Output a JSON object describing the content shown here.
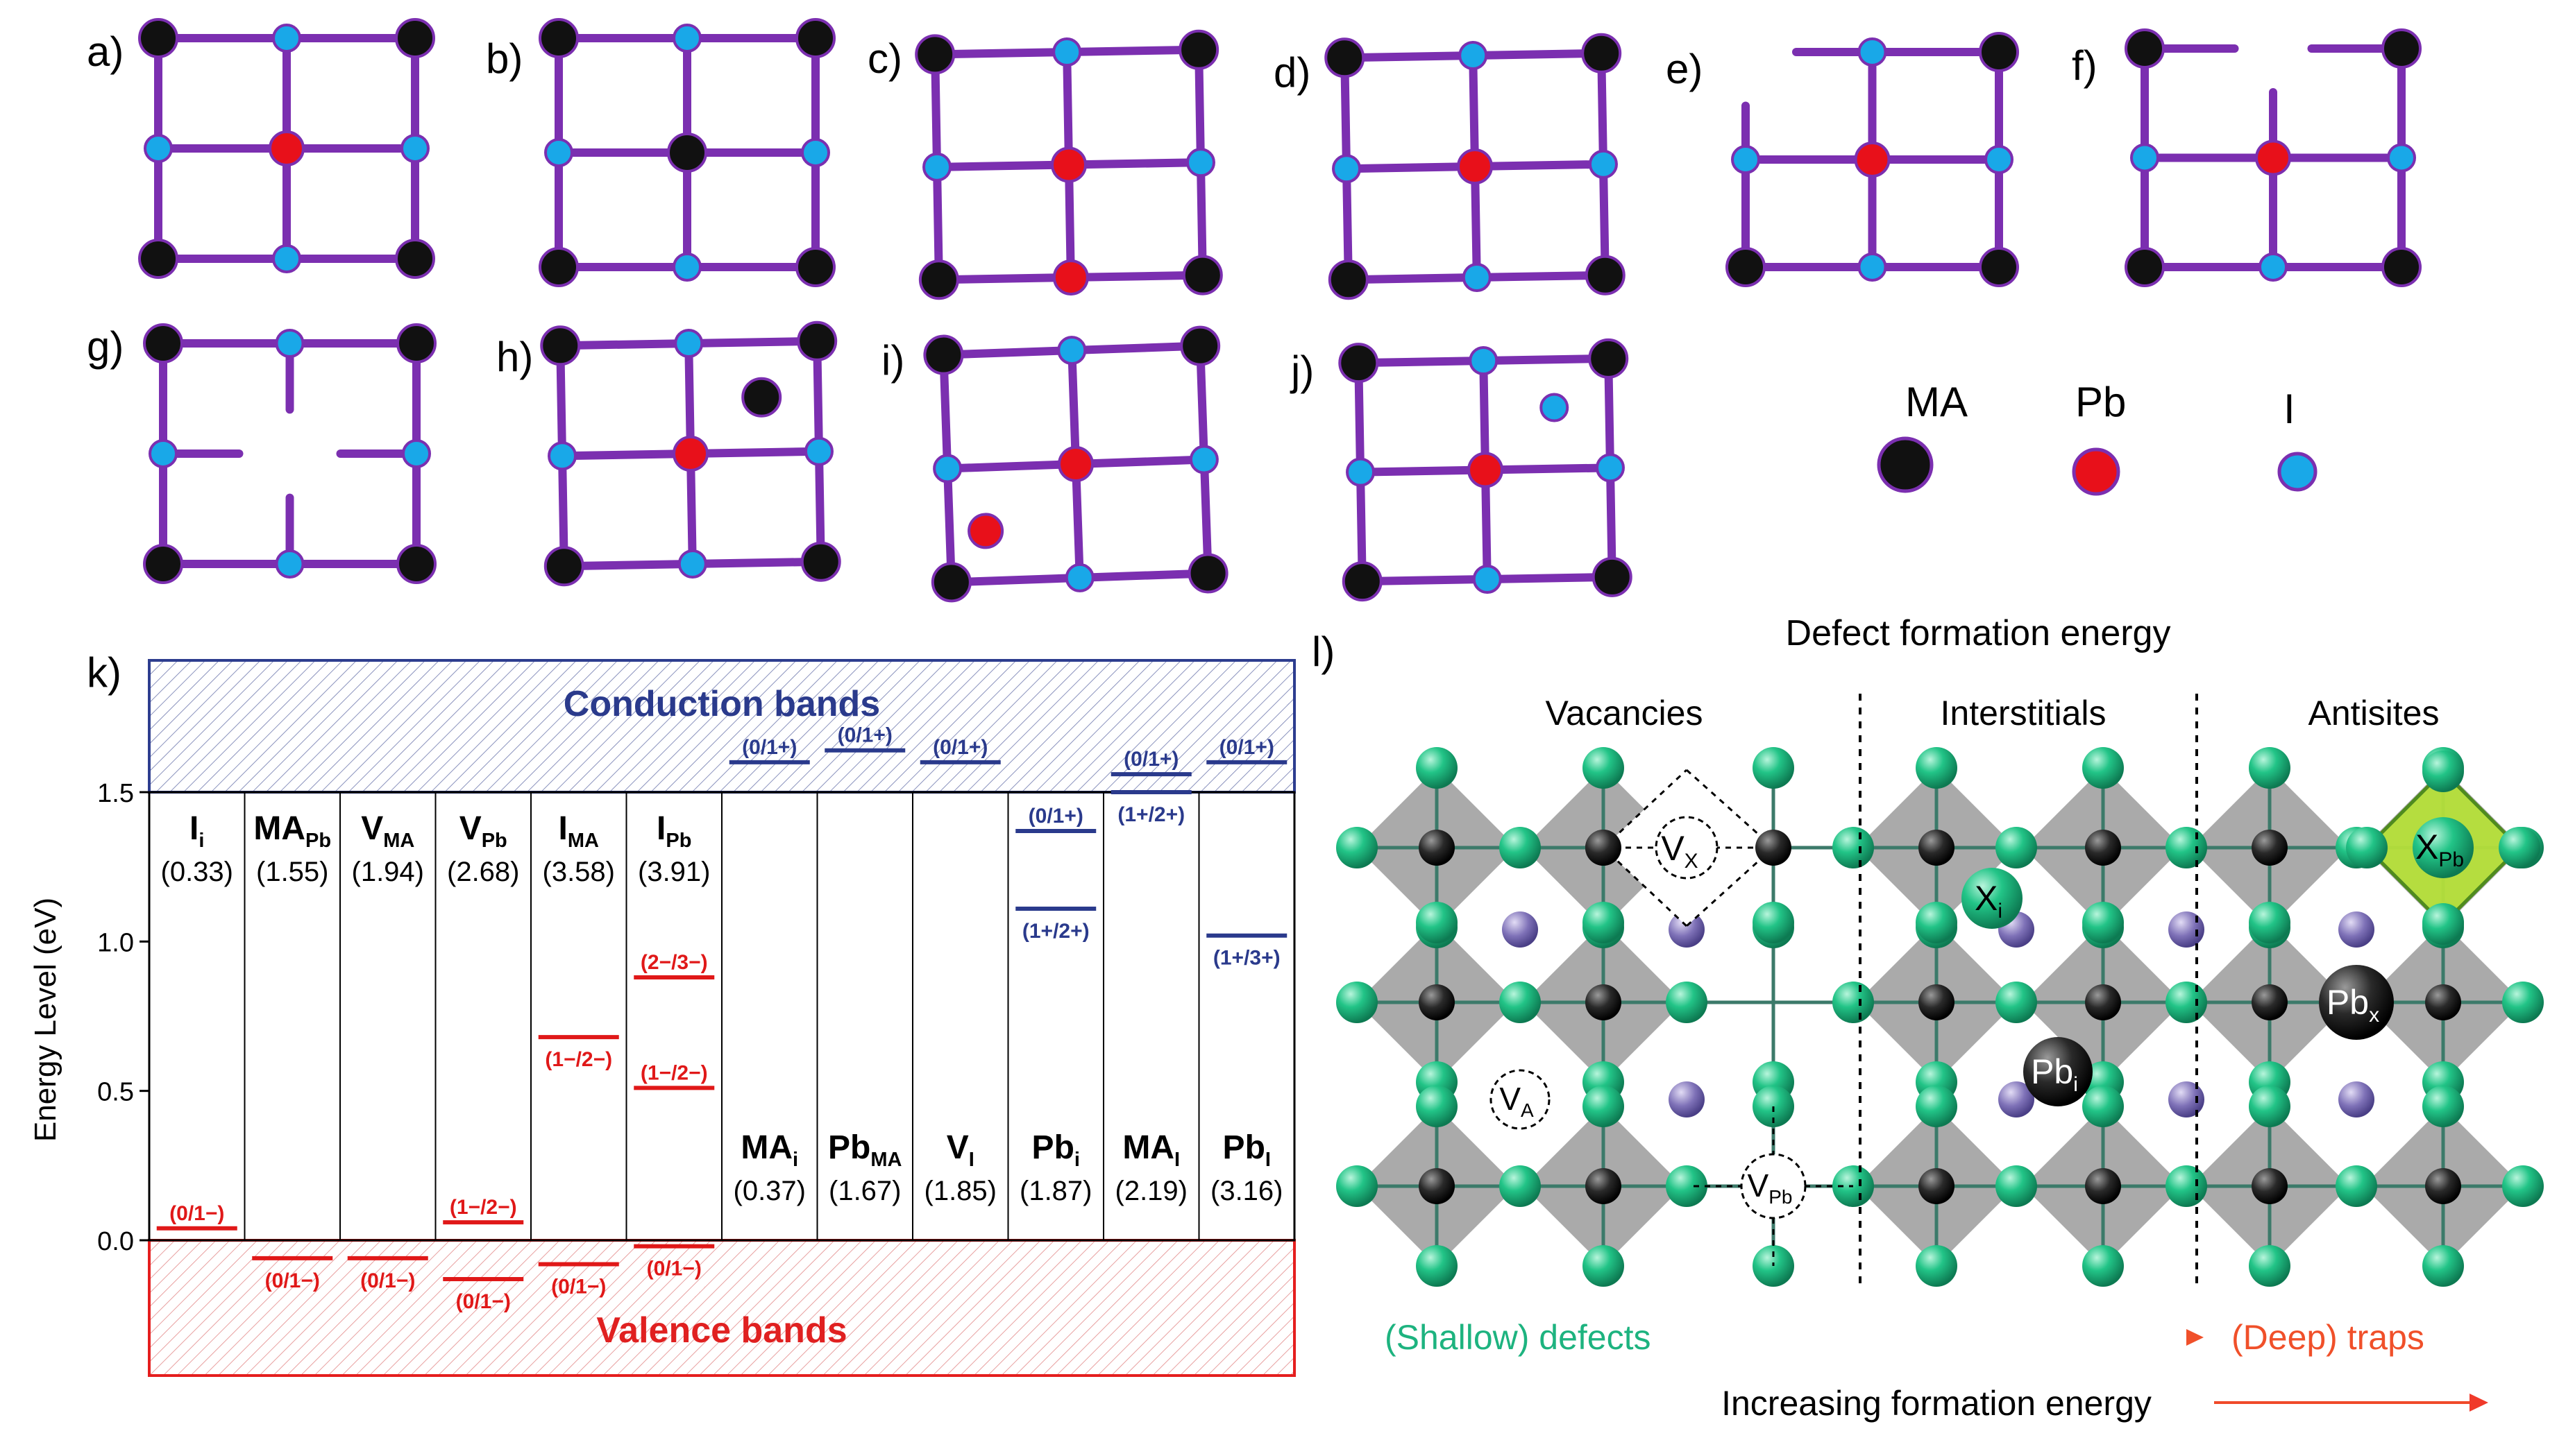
{
  "panel_labels": {
    "a": "a)",
    "b": "b)",
    "c": "c)",
    "d": "d)",
    "e": "e)",
    "f": "f)",
    "g": "g)",
    "h": "h)",
    "i": "i)",
    "j": "j)",
    "k": "k)",
    "l": "l)"
  },
  "legend": {
    "ma": "MA",
    "pb": "Pb",
    "i": "I"
  },
  "colors": {
    "bond": "#7b2fb0",
    "ma": "#111111",
    "pb": "#e8101a",
    "iodine": "#19a8e8",
    "cb_border": "#2d3d8f",
    "vb_border": "#e51e1e",
    "cb_text": "#2a3a8c",
    "vb_text": "#e02020",
    "green": "#1db37f"
  },
  "chart_k": {
    "cb_label": "Conduction bands",
    "vb_label": "Valence bands",
    "ylabel": "Energy Level (eV)",
    "yticks": [
      "0.0",
      "0.5",
      "1.0",
      "1.5"
    ],
    "columns": [
      {
        "main": "I",
        "sub": "i",
        "energy": "(0.33)"
      },
      {
        "main": "MA",
        "sub": "Pb",
        "energy": "(1.55)"
      },
      {
        "main": "V",
        "sub": "MA",
        "energy": "(1.94)"
      },
      {
        "main": "V",
        "sub": "Pb",
        "energy": "(2.68)"
      },
      {
        "main": "I",
        "sub": "MA",
        "energy": "(3.58)"
      },
      {
        "main": "I",
        "sub": "Pb",
        "energy": "(3.91)"
      },
      {
        "main": "MA",
        "sub": "i",
        "energy": "(0.37)"
      },
      {
        "main": "Pb",
        "sub": "MA",
        "energy": "(1.67)"
      },
      {
        "main": "V",
        "sub": "I",
        "energy": "(1.85)"
      },
      {
        "main": "Pb",
        "sub": "i",
        "energy": "(1.87)"
      },
      {
        "main": "MA",
        "sub": "I",
        "energy": "(2.19)"
      },
      {
        "main": "Pb",
        "sub": "I",
        "energy": "(3.16)"
      }
    ],
    "levels": [
      {
        "col": 0,
        "e": 0.04,
        "label": "(0/1−)",
        "color": "red",
        "pos": "above"
      },
      {
        "col": 1,
        "e": -0.06,
        "label": "(0/1−)",
        "color": "red",
        "pos": "below"
      },
      {
        "col": 2,
        "e": -0.06,
        "label": "(0/1−)",
        "color": "red",
        "pos": "below"
      },
      {
        "col": 3,
        "e": 0.06,
        "label": "(1−/2−)",
        "color": "red",
        "pos": "above"
      },
      {
        "col": 3,
        "e": -0.13,
        "label": "(0/1−)",
        "color": "red",
        "pos": "below"
      },
      {
        "col": 4,
        "e": 0.68,
        "label": "(1−/2−)",
        "color": "red",
        "pos": "below"
      },
      {
        "col": 4,
        "e": -0.08,
        "label": "(0/1−)",
        "color": "red",
        "pos": "below"
      },
      {
        "col": 5,
        "e": 0.88,
        "label": "(2−/3−)",
        "color": "red",
        "pos": "above"
      },
      {
        "col": 5,
        "e": 0.51,
        "label": "(1−/2−)",
        "color": "red",
        "pos": "above"
      },
      {
        "col": 5,
        "e": -0.02,
        "label": "(0/1−)",
        "color": "red",
        "pos": "below"
      },
      {
        "col": 6,
        "e": 1.6,
        "label": "(0/1+)",
        "color": "blue",
        "pos": "above"
      },
      {
        "col": 7,
        "e": 1.64,
        "label": "(0/1+)",
        "color": "blue",
        "pos": "above"
      },
      {
        "col": 8,
        "e": 1.6,
        "label": "(0/1+)",
        "color": "blue",
        "pos": "above"
      },
      {
        "col": 9,
        "e": 1.37,
        "label": "(0/1+)",
        "color": "blue",
        "pos": "above"
      },
      {
        "col": 9,
        "e": 1.11,
        "label": "(1+/2+)",
        "color": "blue",
        "pos": "below"
      },
      {
        "col": 10,
        "e": 1.56,
        "label": "(0/1+)",
        "color": "blue",
        "pos": "above"
      },
      {
        "col": 10,
        "e": 1.5,
        "label": "(1+/2+)",
        "color": "blue",
        "pos": "below"
      },
      {
        "col": 11,
        "e": 1.6,
        "label": "(0/1+)",
        "color": "blue",
        "pos": "above"
      },
      {
        "col": 11,
        "e": 1.02,
        "label": "(1+/3+)",
        "color": "blue",
        "pos": "below"
      }
    ]
  },
  "panel_l": {
    "title": "Defect formation energy",
    "sections": [
      "Vacancies",
      "Interstitials",
      "Antisites"
    ],
    "vx": {
      "main": "V",
      "sub": "X"
    },
    "va": {
      "main": "V",
      "sub": "A"
    },
    "vpb": {
      "main": "V",
      "sub": "Pb"
    },
    "xi": {
      "main": "X",
      "sub": "i"
    },
    "pbi": {
      "main": "Pb",
      "sub": "i"
    },
    "pbx": {
      "main": "Pb",
      "sub": "x"
    },
    "xpb": {
      "main": "X",
      "sub": "Pb"
    },
    "shallow": "(Shallow) defects",
    "deep": "(Deep) traps",
    "increasing": "Increasing formation energy"
  }
}
